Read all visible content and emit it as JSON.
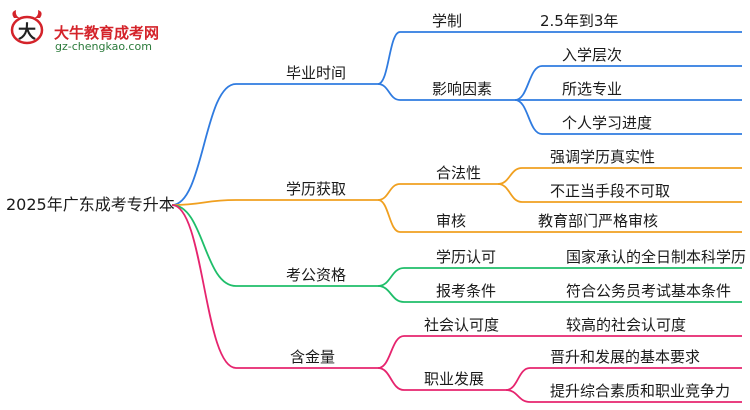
{
  "logo": {
    "title": "大牛教育成考网",
    "url": "gz-chengkao.com"
  },
  "root": {
    "label": "2025年广东成考专升本"
  },
  "colors": {
    "blue": "#2f7be0",
    "orange": "#f0a020",
    "green": "#1fbe6a",
    "pink": "#e6246e"
  },
  "branches": [
    {
      "label": "毕业时间",
      "items": [
        {
          "label": "学制",
          "leaves": [
            "2.5年到3年"
          ]
        },
        {
          "label": "影响因素",
          "leaves": [
            "入学层次",
            "所选专业",
            "个人学习进度"
          ]
        }
      ]
    },
    {
      "label": "学历获取",
      "items": [
        {
          "label": "合法性",
          "leaves": [
            "强调学历真实性",
            "不正当手段不可取"
          ]
        },
        {
          "label": "审核",
          "leaves": [
            "教育部门严格审核"
          ]
        }
      ]
    },
    {
      "label": "考公资格",
      "items": [
        {
          "label": "学历认可",
          "leaves": [
            "国家承认的全日制本科学历"
          ]
        },
        {
          "label": "报考条件",
          "leaves": [
            "符合公务员考试基本条件"
          ]
        }
      ]
    },
    {
      "label": "含金量",
      "items": [
        {
          "label": "社会认可度",
          "leaves": [
            "较高的社会认可度"
          ]
        },
        {
          "label": "职业发展",
          "leaves": [
            "晋升和发展的基本要求",
            "提升综合素质和职业竞争力"
          ]
        }
      ]
    }
  ]
}
